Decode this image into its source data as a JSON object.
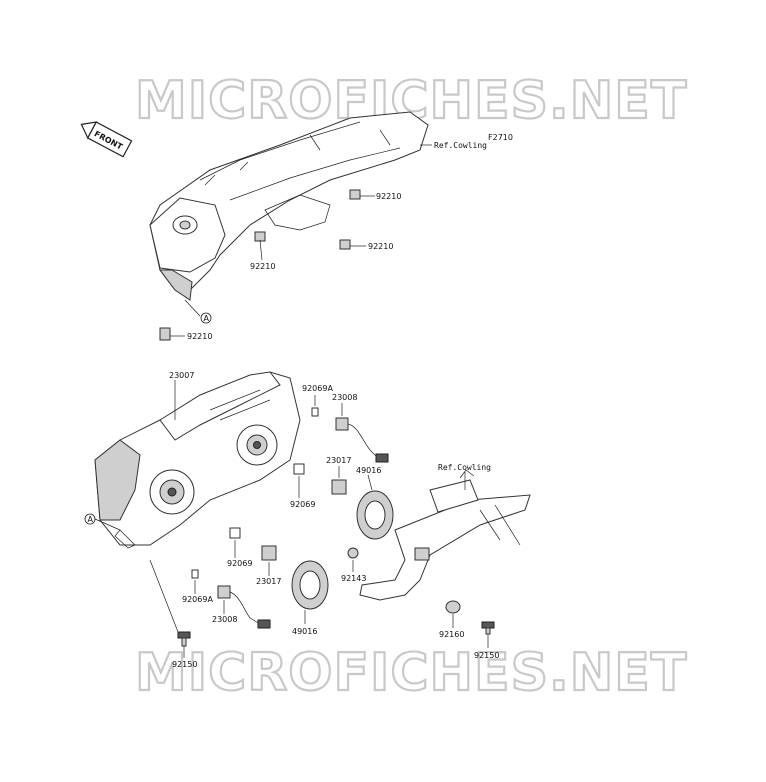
{
  "figure_code": "F2710",
  "front_label": "FRONT",
  "watermark": "MICROFICHES.NET",
  "ref_cowling_top": "Ref.Cowling",
  "ref_cowling_bottom": "Ref.Cowling",
  "callout_letter": "A",
  "parts": {
    "p92210_a": "92210",
    "p92210_b": "92210",
    "p92210_c": "92210",
    "p92210_d": "92210",
    "p23007": "23007",
    "p92069A_top": "92069A",
    "p23008_top": "23008",
    "p23017_top": "23017",
    "p49016_top": "49016",
    "p92069_top": "92069",
    "p92069_bottom": "92069",
    "p23017_bottom": "23017",
    "p92069A_bottom": "92069A",
    "p23008_bottom": "23008",
    "p49016_bottom": "49016",
    "p92143": "92143",
    "p92160": "92160",
    "p92150_left": "92150",
    "p92150_right": "92150"
  }
}
